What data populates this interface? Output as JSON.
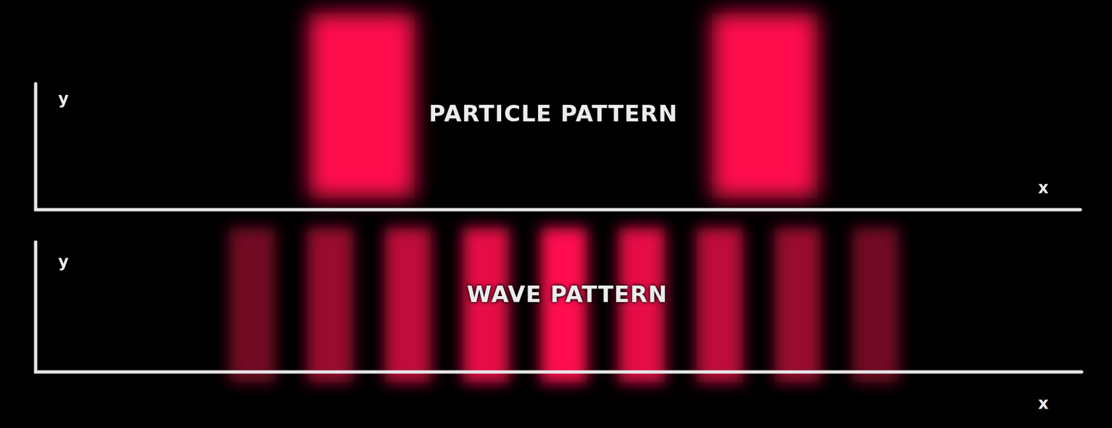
{
  "diagram": {
    "labels": [
      "y",
      "PARTICLE PATTERN",
      "x",
      "y",
      "WAVE PATTERN",
      "x"
    ]
  }
}
